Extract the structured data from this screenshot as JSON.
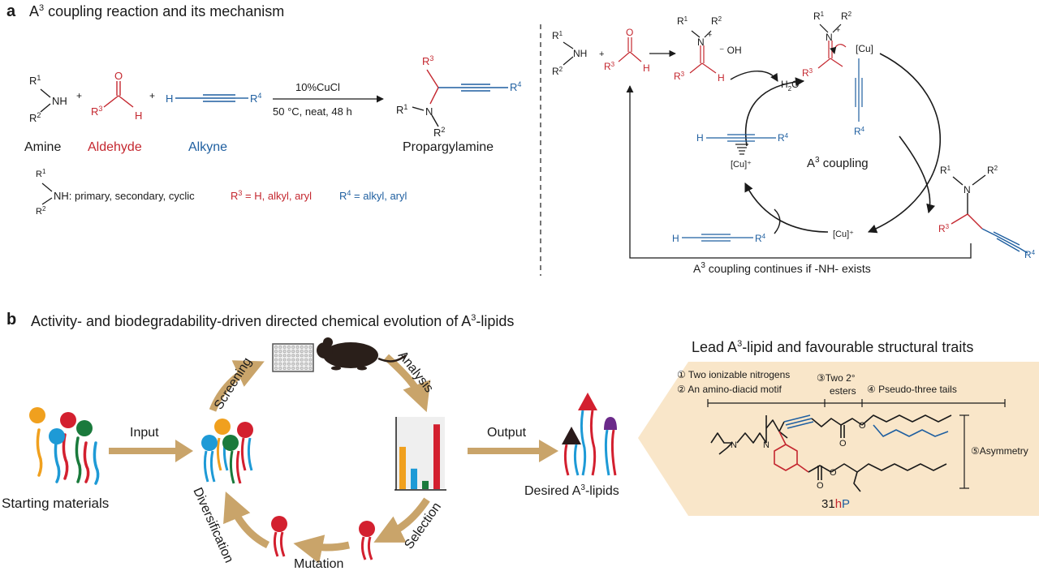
{
  "colors": {
    "red": "#c4272f",
    "blue": "#1f5fa0",
    "black": "#1a1a1a",
    "tan": "#c9a46a",
    "panel_bg": "#f9e6c9",
    "lipid_orange": "#f0a01e",
    "lipid_blue": "#1e9ad6",
    "lipid_green": "#1a7a3c",
    "lipid_red": "#d3202f",
    "lipid_purple": "#6b2a8a",
    "lipid_black": "#2a1a1a"
  },
  "panel_a": {
    "label": "a",
    "title_pre": "A",
    "title_sup": "3",
    "title_post": " coupling reaction and its mechanism",
    "r1": "R",
    "r1_sup": "1",
    "r2": "R",
    "r2_sup": "2",
    "r3": "R",
    "r3_sup": "3",
    "r4": "R",
    "r4_sup": "4",
    "nh": "NH",
    "n": "N",
    "o": "O",
    "h": "H",
    "plus": "+",
    "condition_1": "10%CuCl",
    "condition_2": "50 °C, neat, 48 h",
    "amine": "Amine",
    "aldehyde": "Aldehyde",
    "alkyne": "Alkyne",
    "propargylamine": "Propargylamine",
    "nh_note": "NH: primary, secondary, cyclic",
    "r3_note_pre": "R",
    "r3_note_sup": "3",
    "r3_note_post": " = H, alkyl, aryl",
    "r4_note_pre": "R",
    "r4_note_sup": "4",
    "r4_note_post": " = alkyl, aryl",
    "oh": "⁻ OH",
    "water_pre": "H",
    "water_sub": "2",
    "water_post": "O",
    "cu": "[Cu]",
    "cu_plus": "[Cu]⁺",
    "cycle_label_pre": "A",
    "cycle_label_sup": "3",
    "cycle_label_post": " coupling",
    "continues_pre": "A",
    "continues_sup": "3",
    "continues_post": " coupling continues if -NH- exists"
  },
  "panel_b": {
    "label": "b",
    "title_pre": "Activity- and biodegradability-driven directed chemical evolution of A",
    "title_sup": "3",
    "title_post": "-lipids",
    "starting_materials": "Starting materials",
    "input": "Input",
    "screening": "Screening",
    "analysis": "Analysis",
    "selection": "Selection",
    "mutation": "Mutation",
    "diversification": "Diversification",
    "output": "Output",
    "desired_pre": "Desired A",
    "desired_sup": "3",
    "desired_post": "-lipids",
    "lead_title_pre": "Lead A",
    "lead_title_sup": "3",
    "lead_title_post": "-lipid and favourable structural traits",
    "trait_1": "① Two ionizable nitrogens",
    "trait_2": "② An amino-diacid motif",
    "trait_3a": "③Two 2°",
    "trait_3b": "esters",
    "trait_4": "④ Pseudo-three tails",
    "trait_5": "⑤Asymmetry",
    "compound_pre": "31",
    "compound_h": "h",
    "compound_p": "P",
    "chart_bars": [
      0.62,
      0.3,
      0.12,
      0.95
    ]
  }
}
